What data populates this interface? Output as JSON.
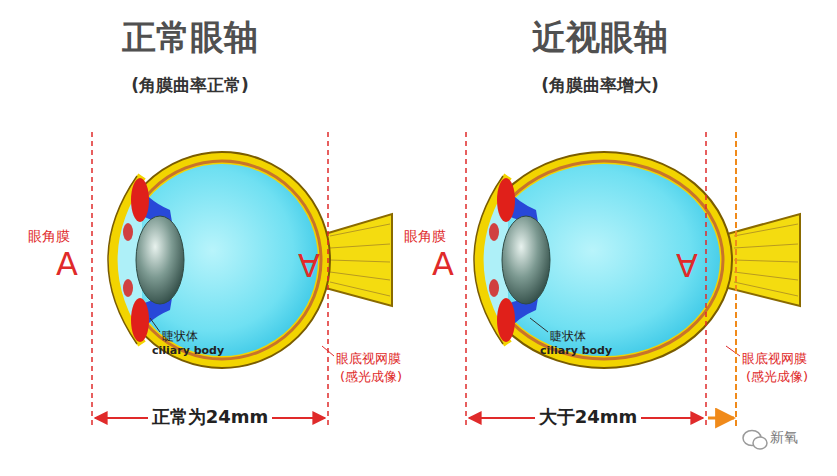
{
  "diagram": {
    "labels": [
      "正常眼轴",
      "(角膜曲率正常)",
      "近视眼轴",
      "(角膜曲率增大)",
      "眼角膜",
      "A",
      "A",
      "睫状体",
      "ciliary body",
      "眼底视网膜",
      "(感光成像)",
      "正常为24mm",
      "眼角膜",
      "A",
      "A",
      "睫状体",
      "ciliary body",
      "眼底视网膜",
      "(感光成像)",
      "大于24mm",
      "新氧"
    ]
  }
}
